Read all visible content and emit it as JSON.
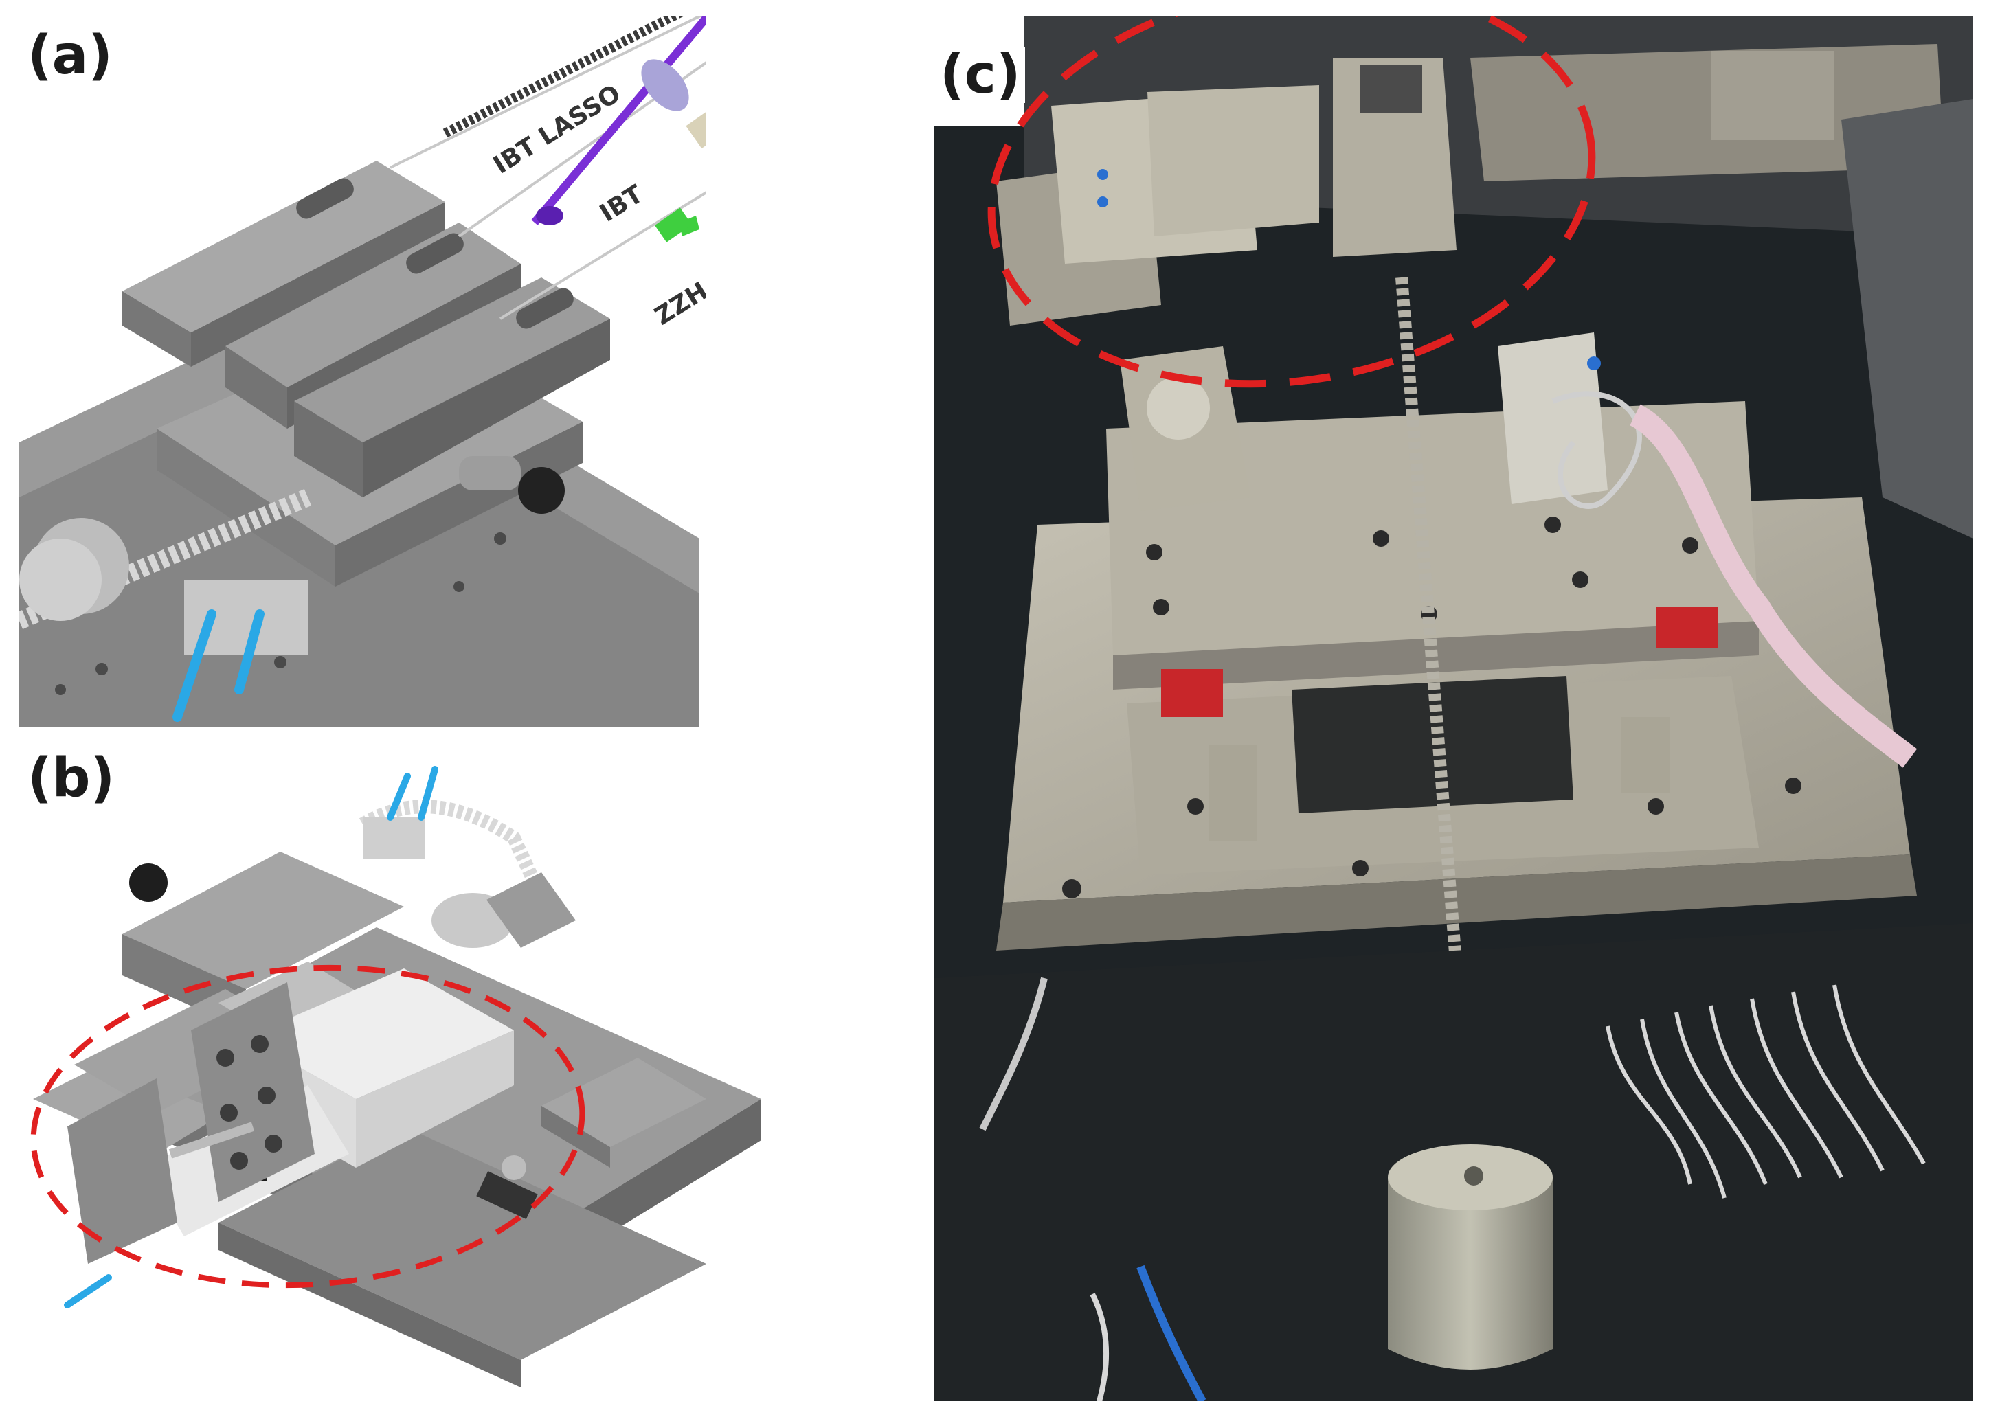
{
  "figure": {
    "panel_labels": {
      "a": "(a)",
      "b": "(b)",
      "c": "(c)"
    },
    "cable_labels": {
      "lasso": "IBT LASSO",
      "ibt": "IBT",
      "zzh": "ZZH"
    }
  },
  "colors": {
    "highlight_dash": "#e02020",
    "cad_gray": "#8d8d8d",
    "ibt_purple": "#7a2fd6",
    "zzh_green": "#3fcf3f",
    "pneumatic_blue": "#2aa8e6",
    "rail_red": "#c8262a"
  }
}
